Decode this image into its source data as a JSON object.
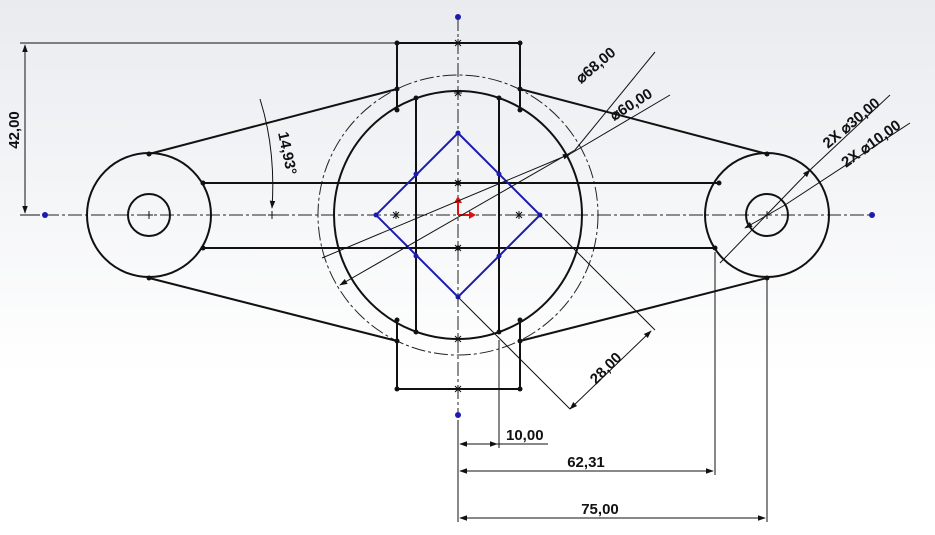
{
  "dimensions": {
    "height": "42,00",
    "angle": "14,93°",
    "dia_outer": "⌀68,00",
    "dia_boss": "⌀60,00",
    "dia_eye": "2X ⌀30,00",
    "dia_hole": "2X ⌀10,00",
    "diamond": "28,00",
    "slot_half": "10,00",
    "web_offset": "62,31",
    "center_dist": "75,00"
  }
}
